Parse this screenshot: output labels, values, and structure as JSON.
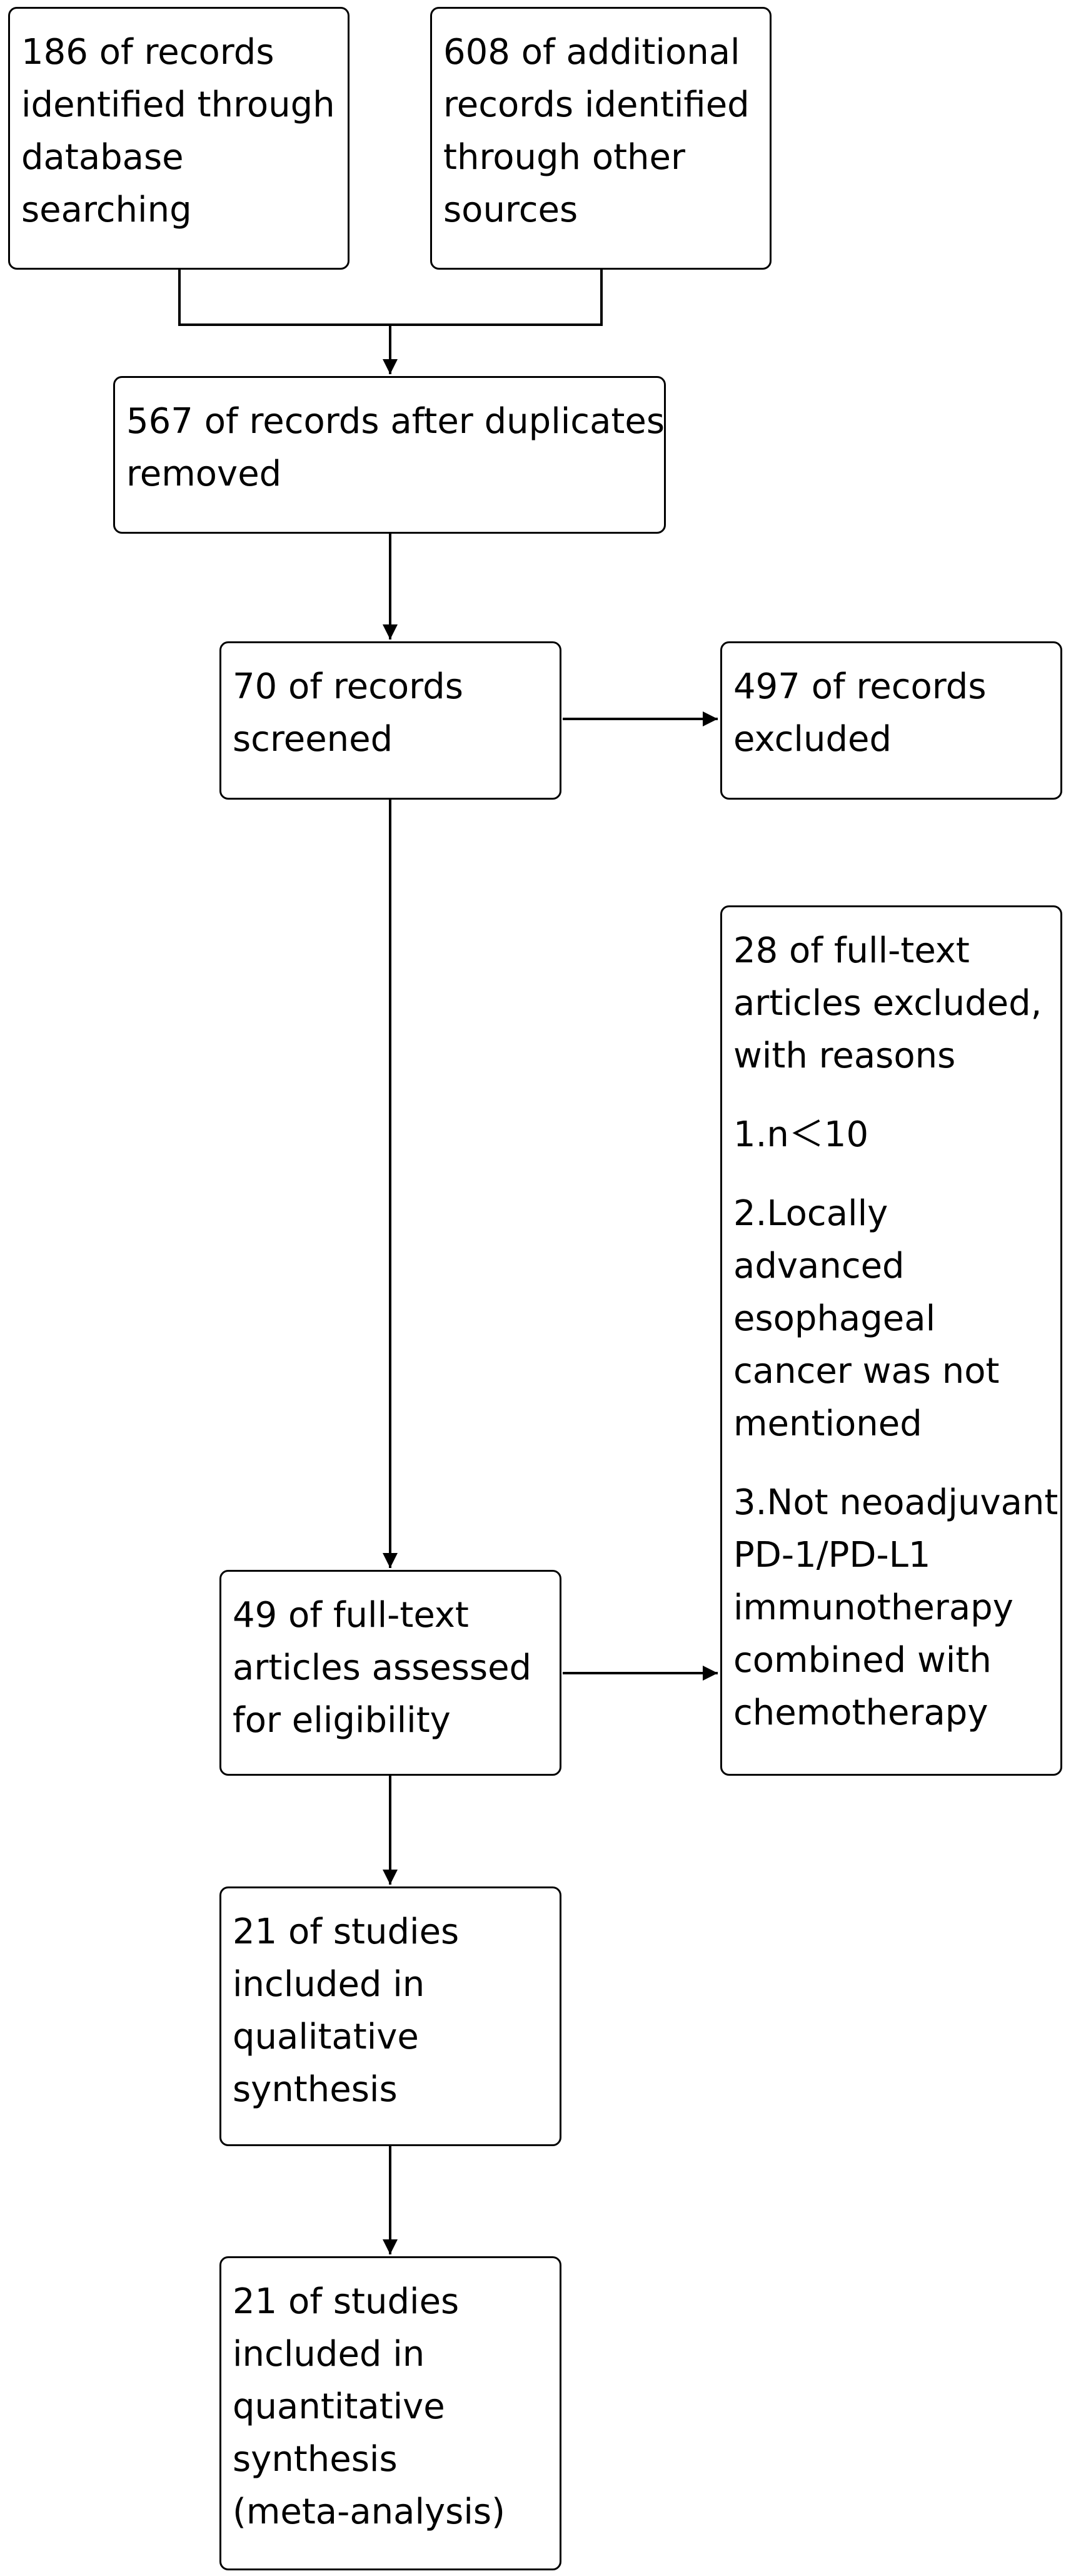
{
  "flow": {
    "id_database": [
      "186 of records",
      "identified through",
      "database",
      "searching"
    ],
    "id_other": [
      "608 of additional",
      "records identified",
      "through other",
      "sources"
    ],
    "after_duplicates": [
      "567 of records after duplicates",
      "removed"
    ],
    "screened": [
      "70 of records",
      "screened"
    ],
    "excluded": [
      "497 of records",
      "excluded"
    ],
    "fulltext_excluded": {
      "header": [
        "28 of full-text",
        "articles excluded,",
        "with reasons"
      ],
      "reason_1": [
        "1.n＜10"
      ],
      "reason_2": [
        "2.Locally",
        "advanced",
        "esophageal",
        "cancer was not",
        "mentioned"
      ],
      "reason_3": [
        "3.Not neoadjuvant",
        "PD-1/PD-L1",
        "immunotherapy",
        "combined with",
        "chemotherapy"
      ]
    },
    "fulltext_assessed": [
      "49 of full-text",
      "articles assessed",
      "for eligibility"
    ],
    "qualitative": [
      "21 of studies",
      "included in",
      "qualitative",
      "synthesis"
    ],
    "quantitative": [
      "21 of studies",
      "included in",
      "quantitative",
      "synthesis",
      "(meta-analysis)"
    ]
  }
}
